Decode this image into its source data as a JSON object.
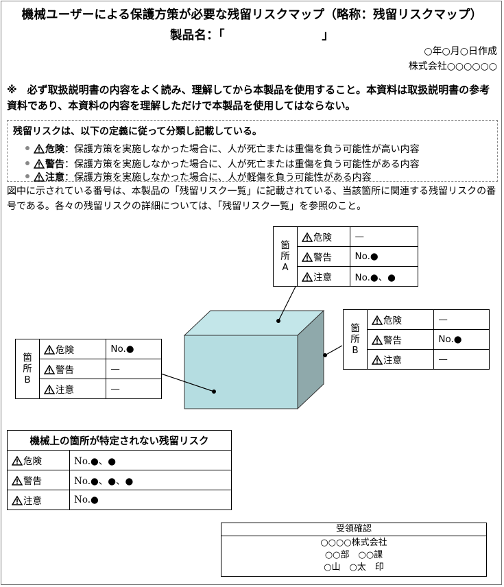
{
  "title": {
    "line1": "機械ユーザーによる保護方策が必要な残留リスクマップ（略称：残留リスクマップ）",
    "line2": "製品名：「　　　　　　　　」"
  },
  "meta": {
    "date": "○年○月○日作成",
    "company": "株式会社○○○○○○"
  },
  "notice": "※　必ず取扱説明書の内容をよく読み、理解してから本製品を使用すること。本資料は取扱説明書の参考資料であり、本資料の内容を理解しただけで本製品を使用してはならない。",
  "definitions": {
    "heading": "残留リスクは、以下の定義に従って分類し記載している。",
    "items": [
      {
        "level": "危険",
        "text": "：保護方策を実施しなかった場合に、人が死亡または重傷を負う可能性が高い内容"
      },
      {
        "level": "警告",
        "text": "：保護方策を実施しなかった場合に、人が死亡または重傷を負う可能性がある内容"
      },
      {
        "level": "注意",
        "text": "：保護方策を実施しなかった場合に、人が軽傷を負う可能性がある内容"
      }
    ]
  },
  "description": "図中に示されている番号は、本製品の「残留リスク一覧」に記載されている、当該箇所に関連する残留リスクの番号である。各々の残留リスクの詳細については、「残留リスク一覧」を参照のこと。",
  "locations": {
    "a": {
      "name": [
        "箇",
        "所",
        "A"
      ],
      "rows": [
        {
          "level": "危険",
          "value": "—"
        },
        {
          "level": "警告",
          "value": "No.●"
        },
        {
          "level": "注意",
          "value": "No.●、●"
        }
      ]
    },
    "b_right": {
      "name": [
        "箇",
        "所",
        "B"
      ],
      "rows": [
        {
          "level": "危険",
          "value": "—"
        },
        {
          "level": "警告",
          "value": "No.●"
        },
        {
          "level": "注意",
          "value": "—"
        }
      ]
    },
    "b_left": {
      "name": [
        "箇",
        "所",
        "B"
      ],
      "rows": [
        {
          "level": "危険",
          "value": "No.●"
        },
        {
          "level": "警告",
          "value": "—"
        },
        {
          "level": "注意",
          "value": "—"
        }
      ]
    }
  },
  "general": {
    "title": "機械上の箇所が特定されない残留リスク",
    "rows": [
      {
        "level": "危険",
        "value": "No.●、●"
      },
      {
        "level": "警告",
        "value": "No.●、●、●"
      },
      {
        "level": "注意",
        "value": "No.●"
      }
    ]
  },
  "receipt": {
    "title": "受領確認",
    "company": "○○○○株式会社",
    "dept": "○○部　○○課",
    "person": "○山　○太　印"
  },
  "colors": {
    "cube_front": "#b5dde1",
    "cube_top": "#c3e6e9",
    "cube_side": "#8fa9ab"
  },
  "icons": {
    "warning": "warning-triangle-icon"
  }
}
